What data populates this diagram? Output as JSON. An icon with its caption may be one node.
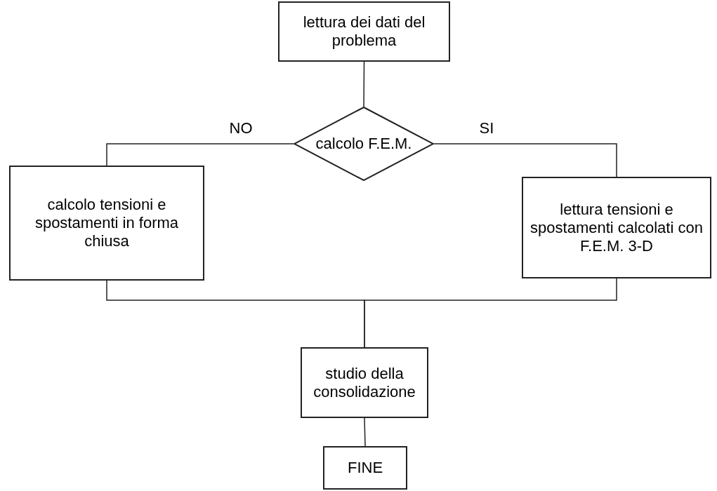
{
  "diagram": {
    "nodes": [
      {
        "text": [
          "lettura dei dati del problema"
        ]
      },
      {
        "text": [
          "calcolo F.E.M."
        ]
      },
      {
        "text": [
          "calcolo tensioni e spostamenti in forma chiusa"
        ]
      },
      {
        "text": [
          "lettura tensioni e spostamenti calcolati con F.E.M. 3-D"
        ]
      },
      {
        "text": [
          "studio della consolidazione"
        ]
      },
      {
        "text": [
          "FINE"
        ]
      }
    ],
    "edges": [
      {
        "from": 0,
        "to": 1,
        "arrow": "none"
      },
      {
        "from": 1,
        "to": 2,
        "arrow": "none",
        "label": "NO"
      },
      {
        "from": 1,
        "to": 3,
        "arrow": "none",
        "label": "SI"
      },
      {
        "from": 2,
        "to": 4,
        "arrow": "none"
      },
      {
        "from": 3,
        "to": 4,
        "arrow": "none"
      },
      {
        "from": 4,
        "to": 5,
        "arrow": "none"
      }
    ]
  }
}
